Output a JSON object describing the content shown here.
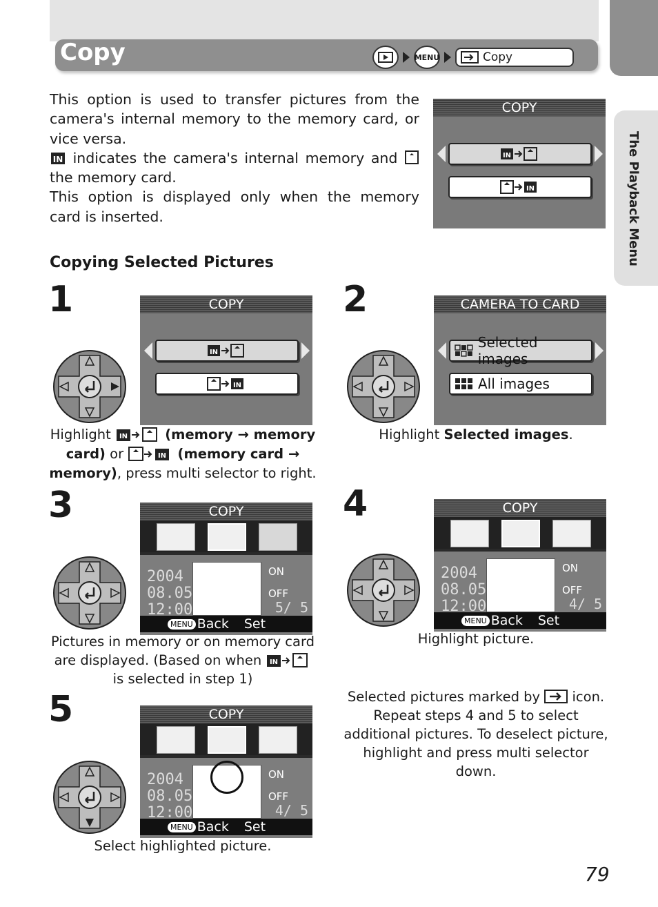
{
  "header": {
    "title": "Copy",
    "crumb_play_icon": "playback-icon",
    "crumb_menu": "MENU",
    "crumb_copy": "Copy"
  },
  "side_tab": "The Playback Menu",
  "intro": {
    "p1": "This option is used to transfer pictures from the camera's internal memory to the memory card, or vice versa.",
    "p2_a": "indicates the camera's internal memory and",
    "p2_b": "the memory card.",
    "p3": "This option is displayed only when the memory card is inserted."
  },
  "section_heading": "Copying Selected Pictures",
  "lcd_common": {
    "copy_title": "COPY",
    "camera_to_card_title": "CAMERA TO CARD",
    "opt_selected": "Selected images",
    "opt_all": "All images",
    "date_year": "2004",
    "date_md": "08.05",
    "date_time": "12:00",
    "on": "ON",
    "off": "OFF",
    "menu": "MENU",
    "back": "Back",
    "set": "Set",
    "counter_step3": "5/   5",
    "counter_step4": "4/   5",
    "counter_step5": "4/   5"
  },
  "steps": {
    "s1": "1",
    "s2": "2",
    "s3": "3",
    "s4": "4",
    "s5": "5"
  },
  "captions": {
    "step1_a": "Highlight",
    "step1_b": "(memory → memory card)",
    "step1_c": "or",
    "step1_d": "(memory card → memory)",
    "step1_e": ", press multi selector to right.",
    "step2_a": "Highlight",
    "step2_b": "Selected images",
    "step2_c": ".",
    "step3_a": "Pictures in memory or on memory card are displayed. (Based on when",
    "step3_b": "is selected in step 1)",
    "step4": "Highlight picture.",
    "step4_note_a": "Selected pictures marked by",
    "step4_note_b": "icon. Repeat steps 4 and 5 to select additional pictures. To deselect picture, highlight and press multi selector down.",
    "step5": "Select highlighted picture."
  },
  "page_number": "79"
}
